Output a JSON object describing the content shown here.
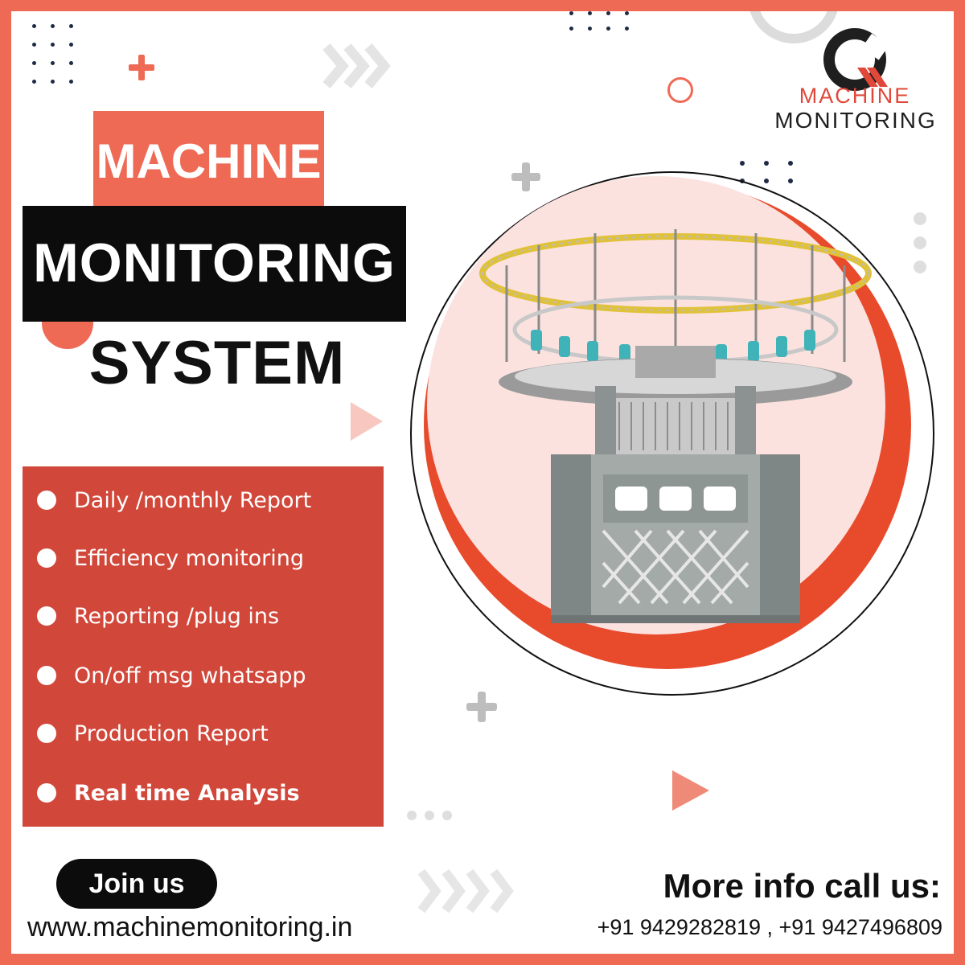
{
  "brand": {
    "line1": "MACHINE",
    "line2": "MONITORING",
    "accent_color": "#e0483a"
  },
  "headline": {
    "line1": "MACHINE",
    "line2": "MONITORING",
    "line3": "SYSTEM"
  },
  "features": [
    {
      "label": "Daily /monthly Report"
    },
    {
      "label": "Efficiency monitoring"
    },
    {
      "label": "Reporting /plug ins"
    },
    {
      "label": "On/off msg whatsapp"
    },
    {
      "label": "Production  Report"
    },
    {
      "label": "Real time Analysis"
    }
  ],
  "footer": {
    "join_label": "Join us",
    "website": "www.machinemonitoring.in",
    "info_title": "More info call us:",
    "phones": "+91 9429282819 , +91 9427496809"
  },
  "colors": {
    "primary": "#ef6a55",
    "panel": "#d1473a",
    "dark": "#0c0c0c",
    "circle_orange": "#e84a2c",
    "circle_pink": "#fbe2df"
  },
  "icons": [
    "machine-monitoring-logo-icon",
    "knitting-machine-illustration",
    "plus-icon",
    "chevron-right-icon",
    "dot-grid-icon"
  ]
}
